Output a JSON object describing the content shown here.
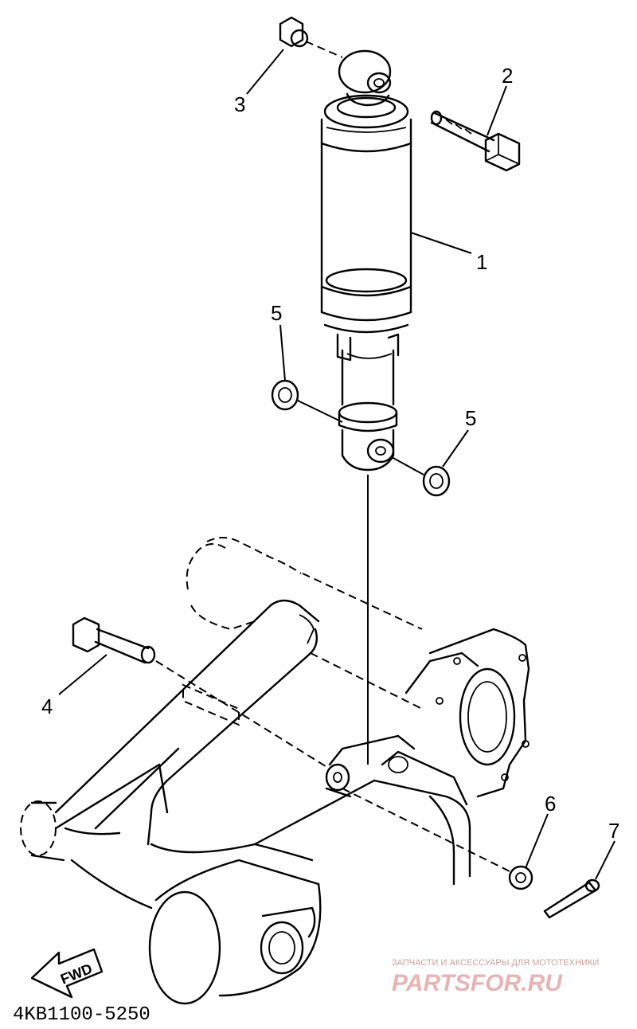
{
  "callouts": [
    {
      "id": "1",
      "label": "1"
    },
    {
      "id": "2",
      "label": "2"
    },
    {
      "id": "3",
      "label": "3"
    },
    {
      "id": "4",
      "label": "4"
    },
    {
      "id": "5a",
      "label": "5"
    },
    {
      "id": "5b",
      "label": "5"
    },
    {
      "id": "6",
      "label": "6"
    },
    {
      "id": "7",
      "label": "7"
    }
  ],
  "fwd_label": "FWD",
  "diagram_code": "4KB1100-5250",
  "watermark": {
    "tagline": "ЗАПЧАСТИ И АКСЕССУАРЫ ДЛЯ МОТОТЕХНИКИ",
    "brand": "PARTSFOR.RU"
  }
}
